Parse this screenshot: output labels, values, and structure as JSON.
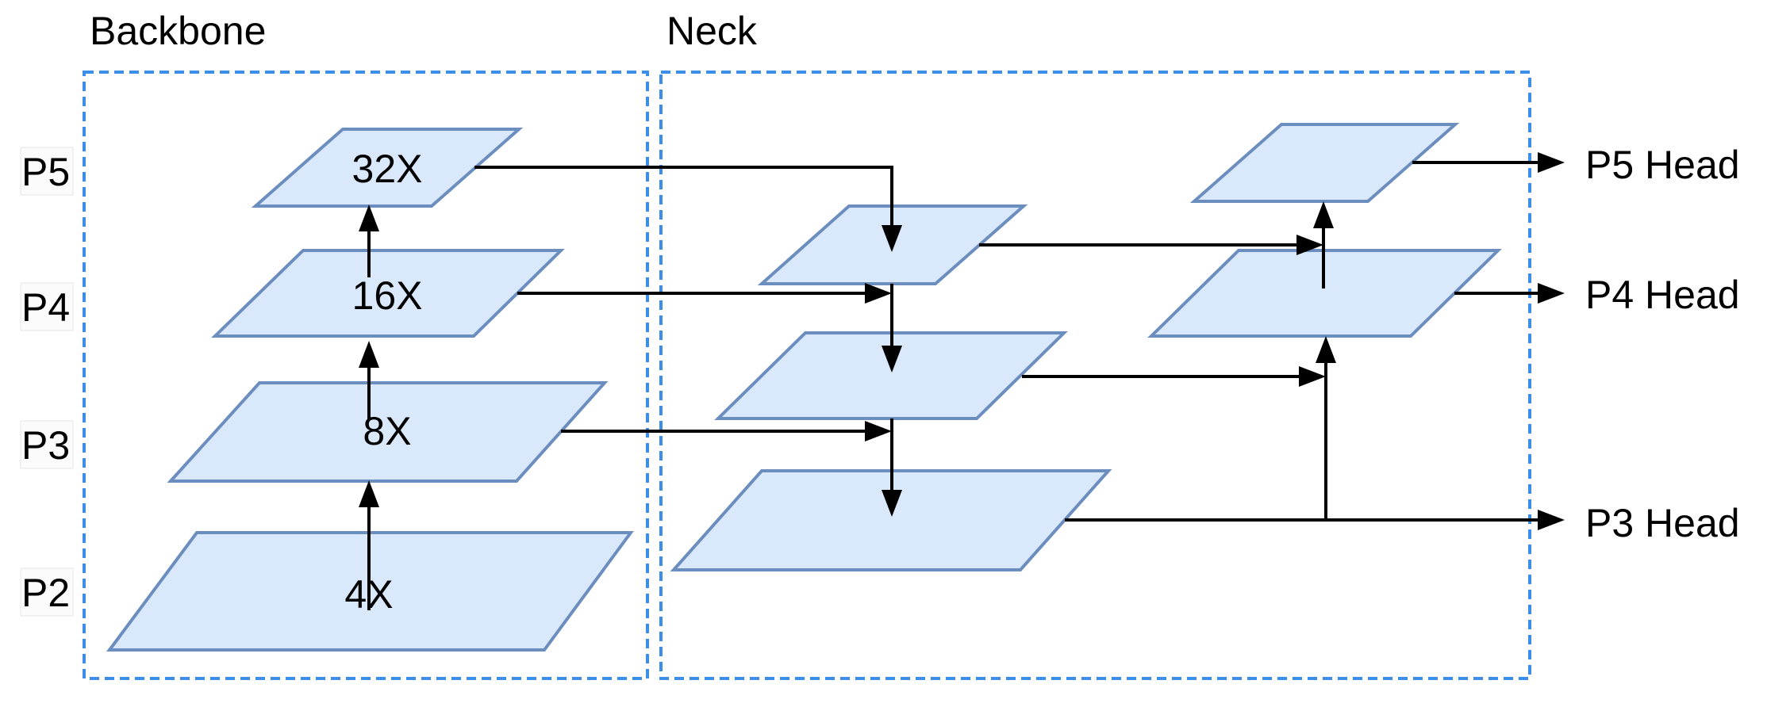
{
  "sections": {
    "backbone_title": "Backbone",
    "neck_title": "Neck"
  },
  "levels": {
    "p5": "P5",
    "p4": "P4",
    "p3": "P3",
    "p2": "P2"
  },
  "backbone": {
    "stride_32": "32X",
    "stride_16": "16X",
    "stride_8": "8X",
    "stride_4": "4X"
  },
  "heads": {
    "p5": "P5 Head",
    "p4": "P4 Head",
    "p3": "P3 Head"
  },
  "colors": {
    "feature_fill": "#dae8fc",
    "feature_stroke": "#6c8ebf",
    "dash_border": "#3d8ee8",
    "arrow": "#000000"
  }
}
